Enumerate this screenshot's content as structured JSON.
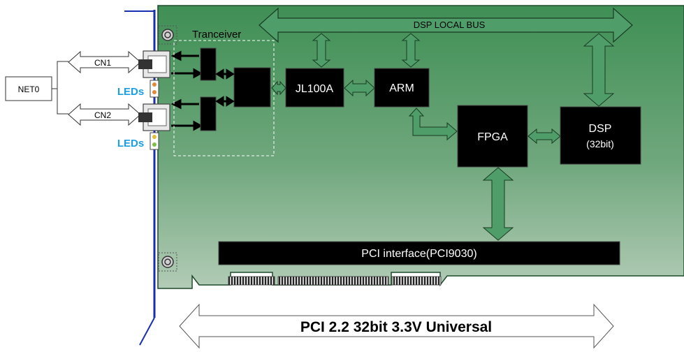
{
  "labels": {
    "net0": "NET0",
    "cn1": "CN1",
    "cn2": "CN2",
    "leds1": "LEDs",
    "leds2": "LEDs",
    "tranceiver": "Tranceiver",
    "dsp_local_bus": "DSP LOCAL BUS",
    "jl100a": "JL100A",
    "arm": "ARM",
    "fpga": "FPGA",
    "dsp": "DSP",
    "dsp_sub": "(32bit)",
    "pci_interface": "PCI interface(PCI9030)",
    "pci_spec": "PCI 2.2 32bit 3.3V Universal"
  },
  "colors": {
    "board_top": "#3f8f55",
    "board_bottom": "#a9c4ad",
    "bus_arrow_fill": "#4f9e6a",
    "chip_fill": "#000000",
    "bracket": "#1a2fb0",
    "leds_text": "#1aa0e0"
  }
}
